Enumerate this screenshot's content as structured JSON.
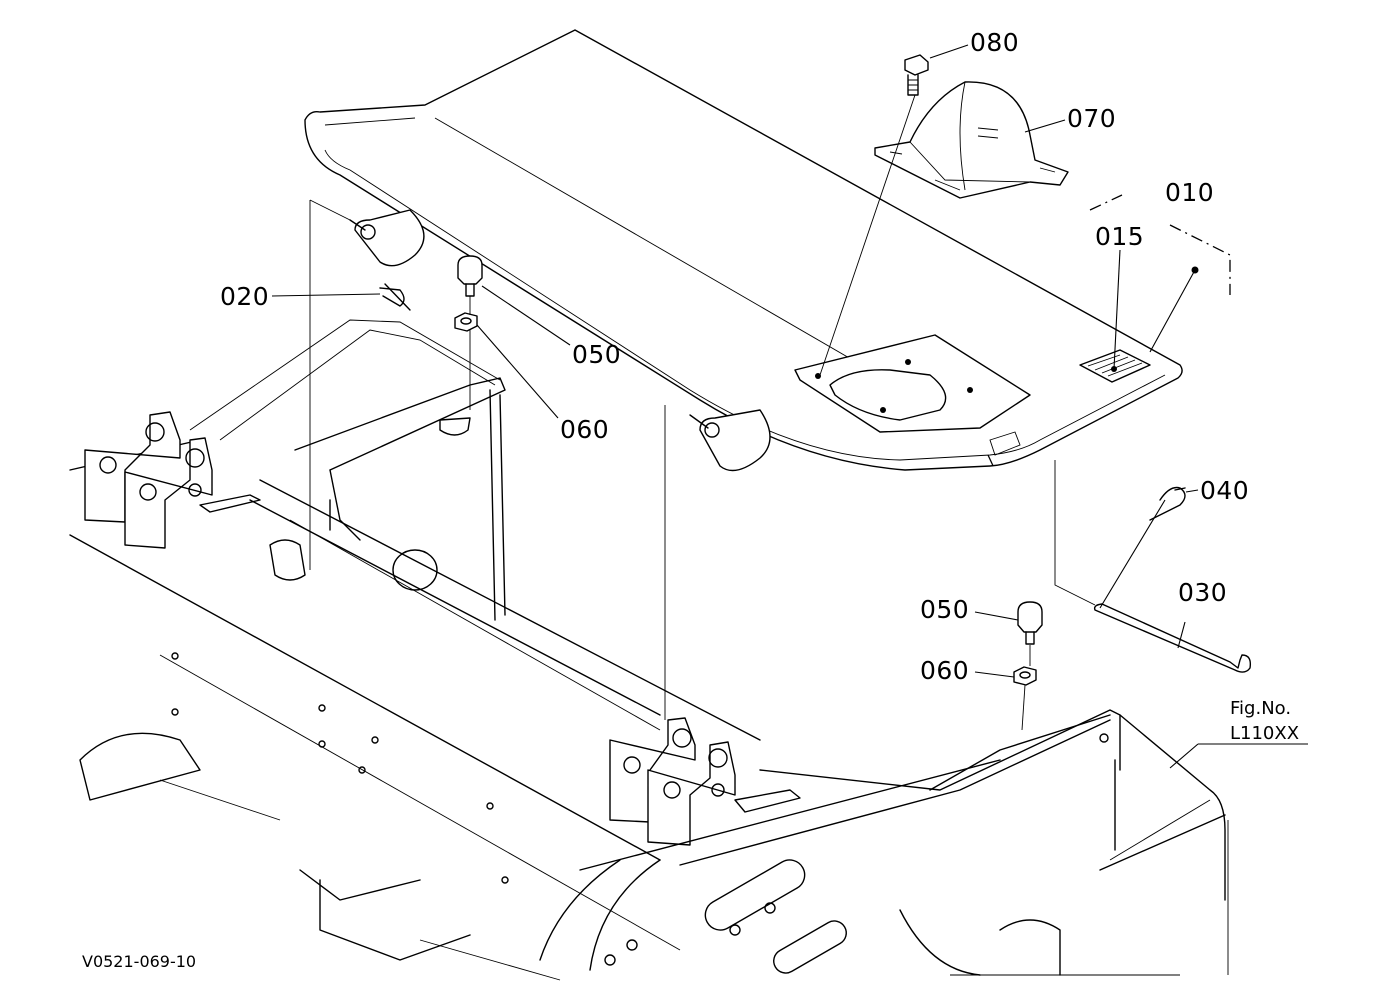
{
  "diagram": {
    "part_labels": {
      "p010": "010",
      "p015": "015",
      "p020": "020",
      "p030": "030",
      "p040": "040",
      "p050_upper": "050",
      "p050_lower": "050",
      "p060_upper": "060",
      "p060_lower": "060",
      "p070": "070",
      "p080": "080"
    },
    "figure": {
      "fig_no_label": "Fig.No.",
      "fig_no_value": "L110XX"
    },
    "drawing_code": "V0521-069-10"
  }
}
